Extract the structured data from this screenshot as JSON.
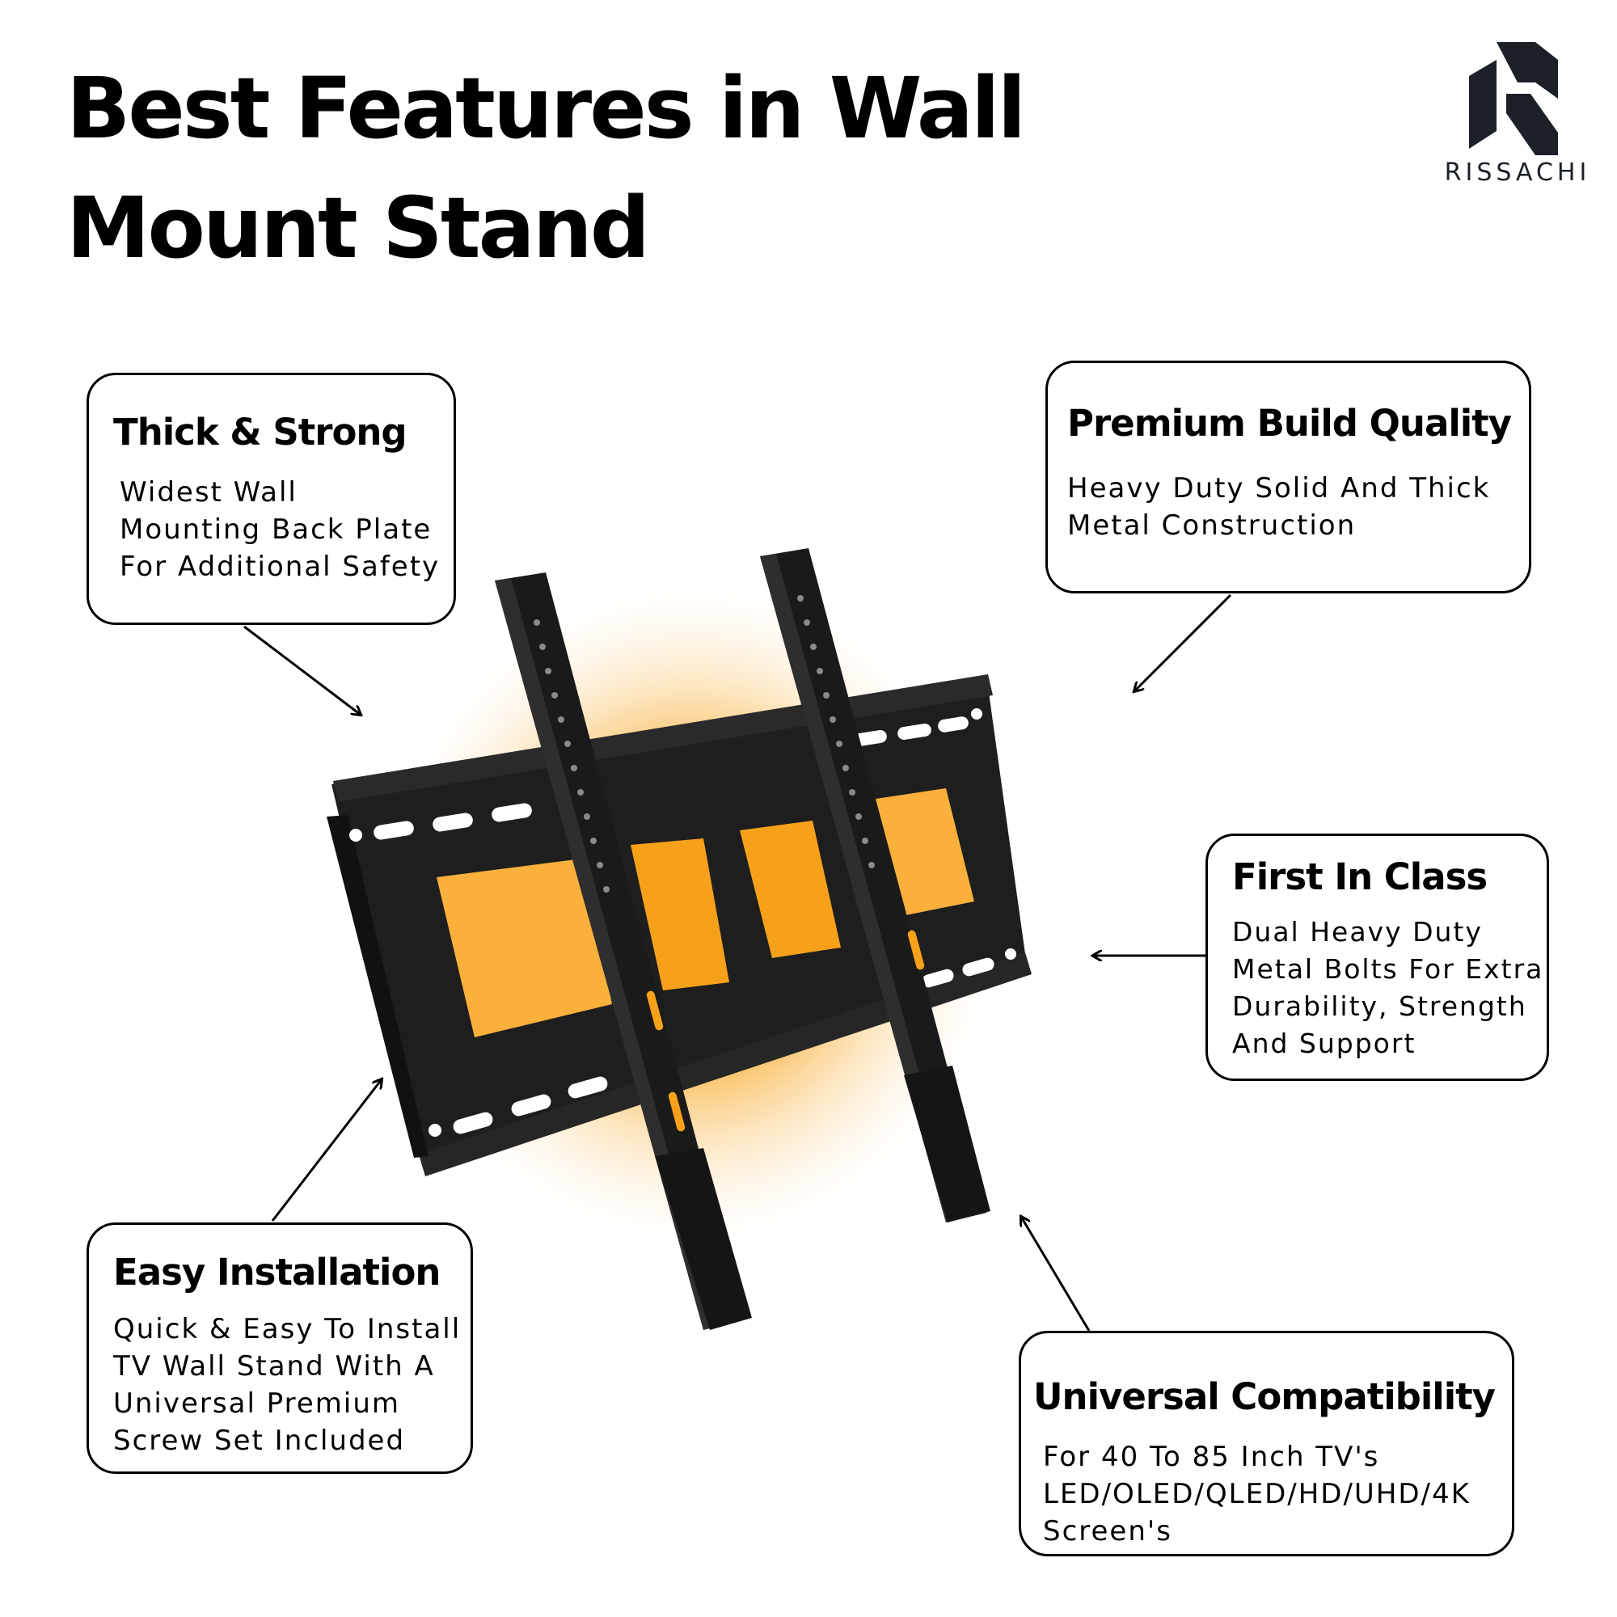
{
  "title": {
    "line1": "Best Features in Wall",
    "line2": "Mount Stand"
  },
  "brand": {
    "name": "RISSACHI",
    "color": "#1c2128"
  },
  "glow_color": "#f7a11a",
  "features": {
    "thick": {
      "title": "Thick & Strong",
      "text": "Widest Wall\nMounting Back Plate\nFor Additional Safety"
    },
    "premium": {
      "title": "Premium Build Quality",
      "text": "Heavy Duty Solid And Thick\nMetal Construction"
    },
    "first": {
      "title": "First In Class",
      "text": "Dual Heavy Duty\nMetal Bolts For Extra\nDurability, Strength\nAnd Support"
    },
    "easy": {
      "title": "Easy Installation",
      "text": "Quick & Easy To Install\nTV Wall Stand With A\nUniversal Premium\nScrew Set Included"
    },
    "universal": {
      "title": "Universal Compatibility",
      "text": "For 40 To 85 Inch  TV's\nLED/OLED/QLED/HD/UHD/4K\nScreen's"
    }
  }
}
